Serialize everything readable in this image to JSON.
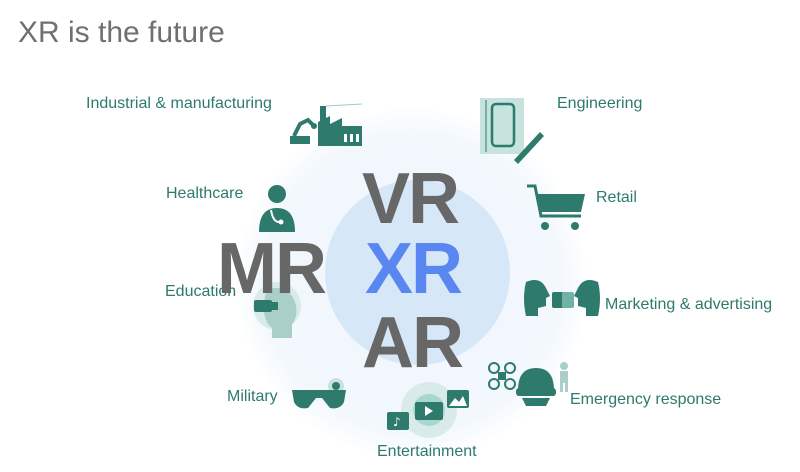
{
  "title": "XR is the future",
  "center": {
    "vr": "VR",
    "xr": "XR",
    "ar": "AR",
    "mr": "MR"
  },
  "colors": {
    "teal": "#2e7a6c",
    "blue": "#5a86f2",
    "gray": "#676767",
    "glow": "#d6e8f7"
  },
  "sectors": {
    "industrial": "Industrial & manufacturing",
    "healthcare": "Healthcare",
    "education": "Education",
    "military": "Military",
    "entertainment": "Entertainment",
    "emergency": "Emergency response",
    "marketing": "Marketing & advertising",
    "retail": "Retail",
    "engineering": "Engineering"
  },
  "icons": [
    "factory-icon",
    "doctor-icon",
    "vr-headset-student-icon",
    "ar-glasses-icon",
    "media-icon",
    "drone-helmet-icon",
    "conversation-icon",
    "shopping-cart-icon",
    "phone-ruler-icon"
  ]
}
